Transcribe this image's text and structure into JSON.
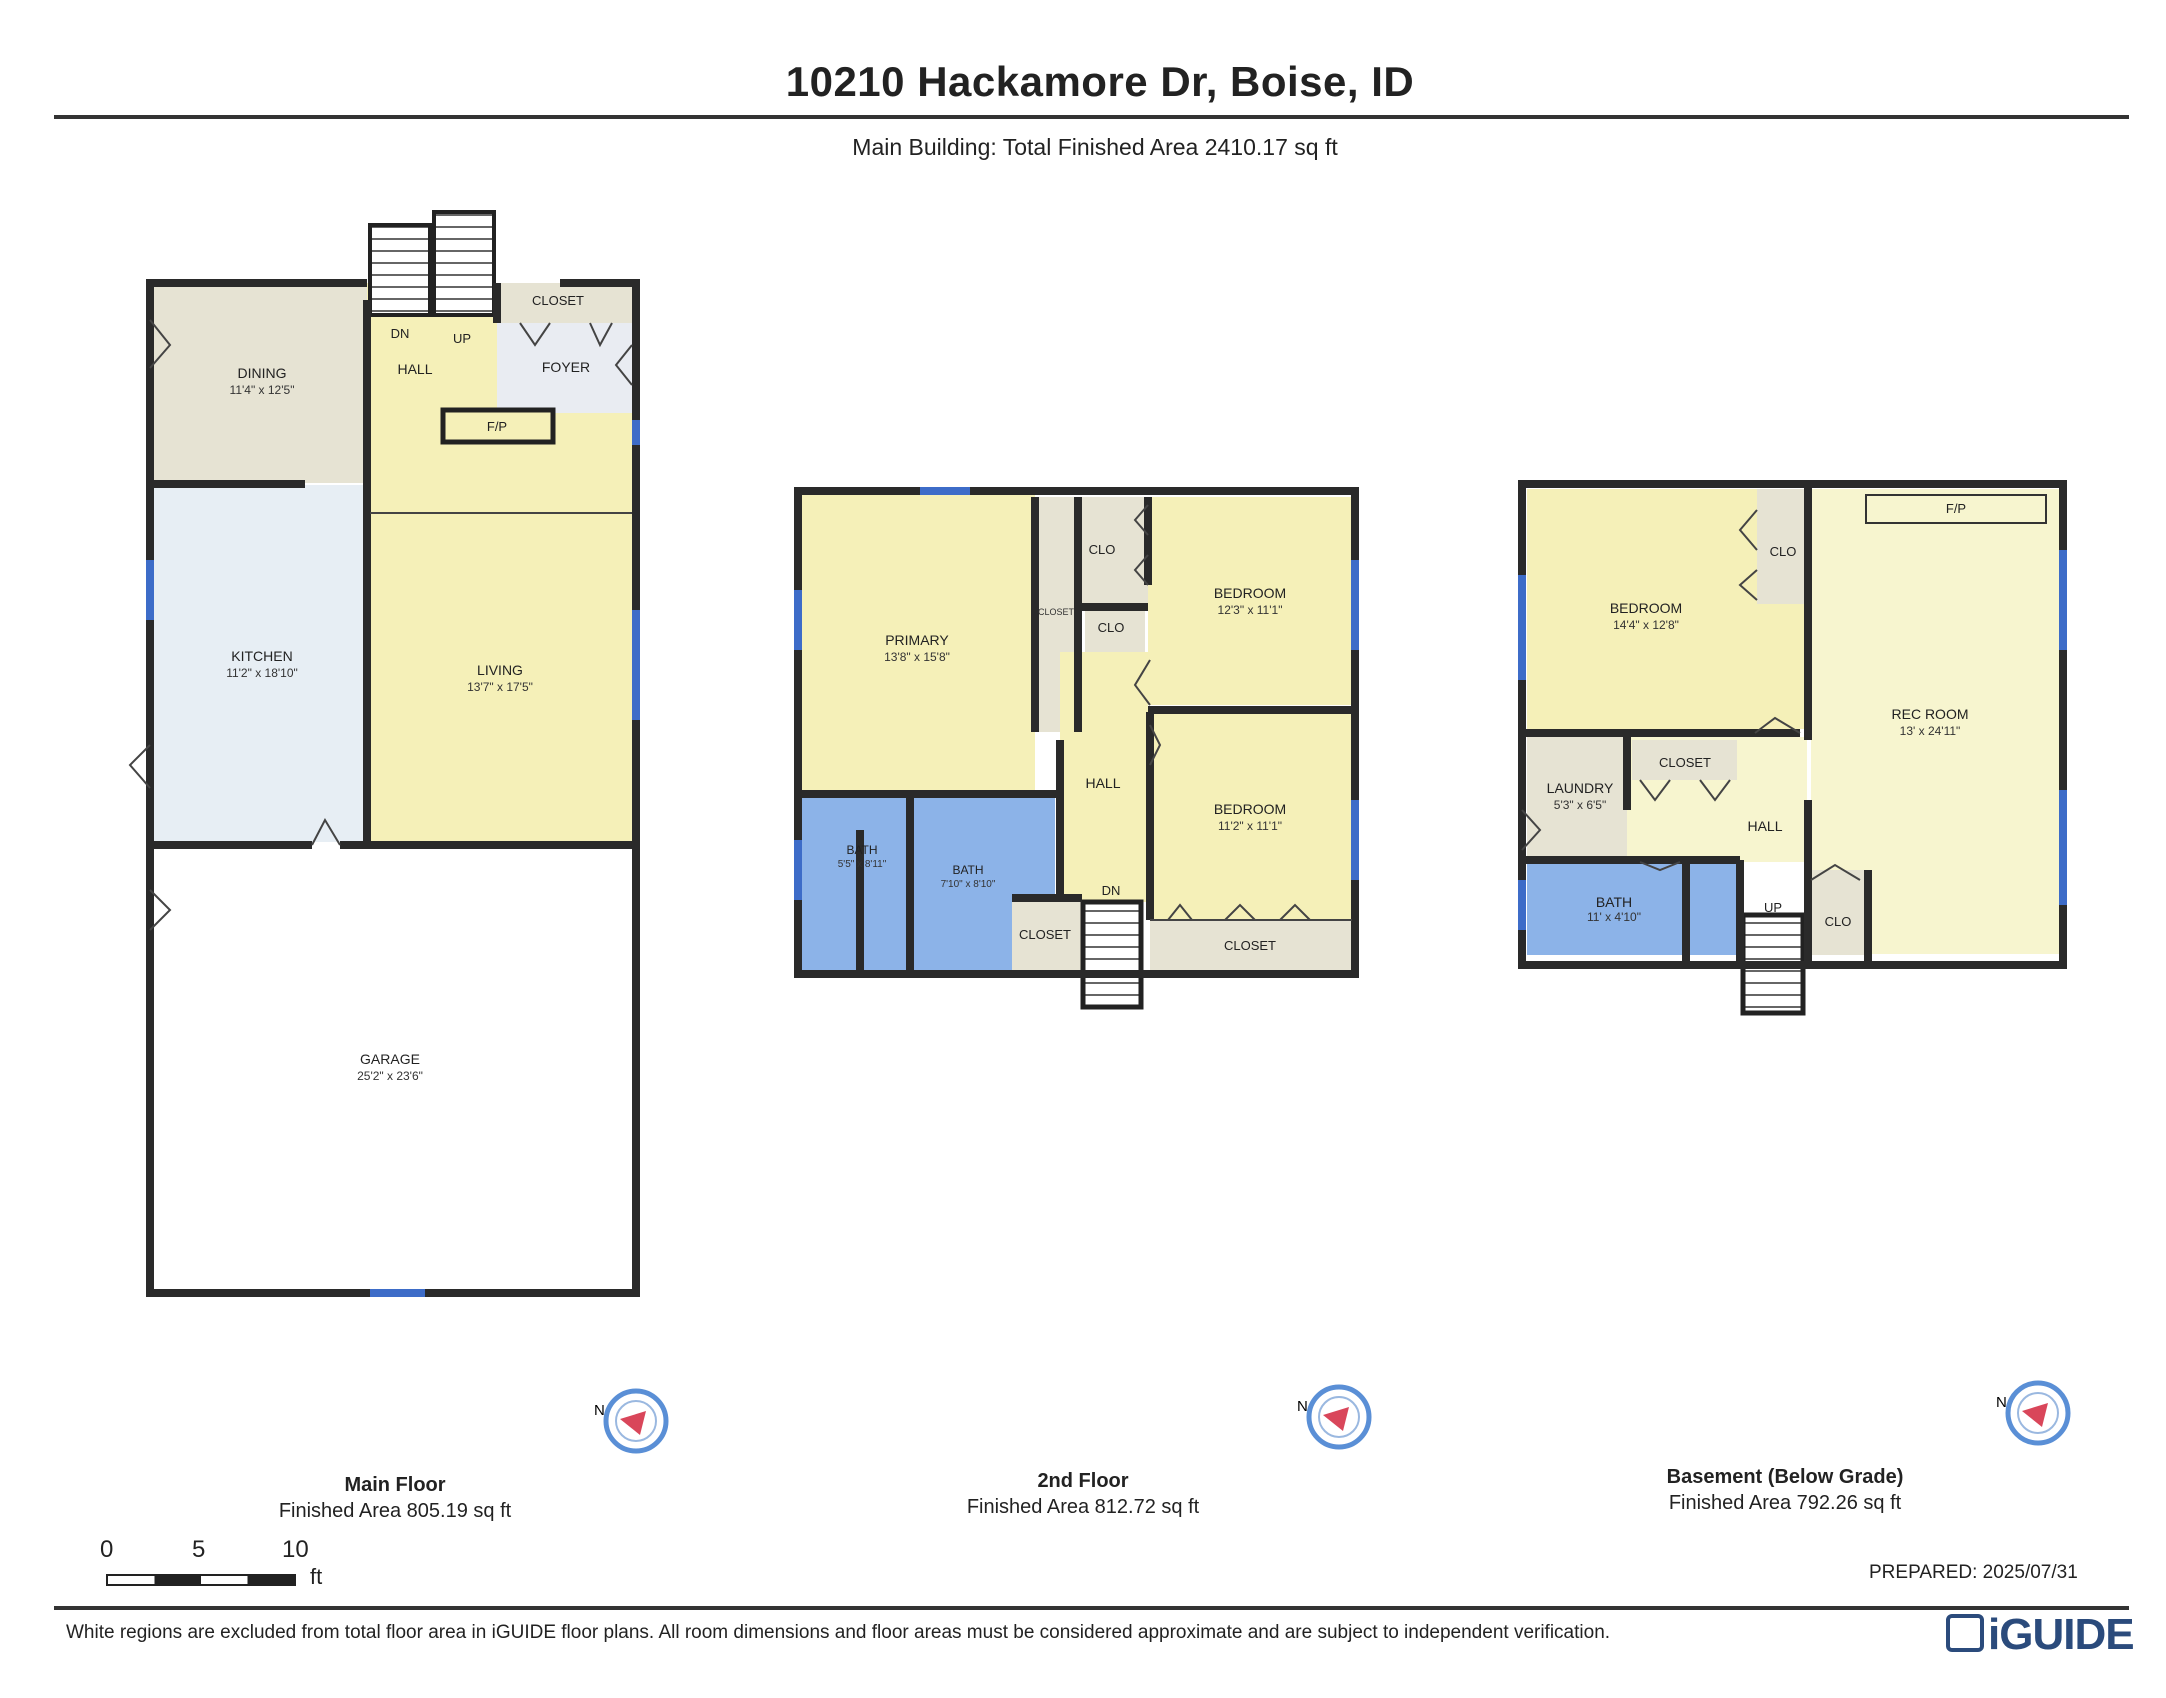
{
  "header": {
    "title": "10210 Hackamore Dr, Boise, ID",
    "subtitle": "Main Building: Total Finished Area 2410.17 sq ft"
  },
  "floors": [
    {
      "name": "Main Floor",
      "area": "Finished Area 805.19 sq ft",
      "rooms": [
        {
          "label": "DINING",
          "dim": "11'4\" x 12'5\""
        },
        {
          "label": "HALL",
          "dim": ""
        },
        {
          "label": "FOYER",
          "dim": ""
        },
        {
          "label": "CLOSET",
          "dim": ""
        },
        {
          "label": "F/P",
          "dim": ""
        },
        {
          "label": "DN",
          "dim": ""
        },
        {
          "label": "UP",
          "dim": ""
        },
        {
          "label": "KITCHEN",
          "dim": "11'2\" x 18'10\""
        },
        {
          "label": "LIVING",
          "dim": "13'7\" x 17'5\""
        },
        {
          "label": "GARAGE",
          "dim": "25'2\" x 23'6\""
        }
      ]
    },
    {
      "name": "2nd Floor",
      "area": "Finished Area 812.72 sq ft",
      "rooms": [
        {
          "label": "PRIMARY",
          "dim": "13'8\" x 15'8\""
        },
        {
          "label": "CLOSET",
          "dim": ""
        },
        {
          "label": "CLO",
          "dim": ""
        },
        {
          "label": "BEDROOM",
          "dim": "12'3\" x 11'1\""
        },
        {
          "label": "CLO",
          "dim": ""
        },
        {
          "label": "HALL",
          "dim": ""
        },
        {
          "label": "BEDROOM",
          "dim": "11'2\" x 11'1\""
        },
        {
          "label": "BATH",
          "dim": "5'5\" x 8'11\""
        },
        {
          "label": "BATH",
          "dim": "7'10\" x 8'10\""
        },
        {
          "label": "CLOSET",
          "dim": ""
        },
        {
          "label": "DN",
          "dim": ""
        },
        {
          "label": "CLOSET",
          "dim": ""
        }
      ]
    },
    {
      "name": "Basement (Below Grade)",
      "area": "Finished Area 792.26 sq ft",
      "rooms": [
        {
          "label": "BEDROOM",
          "dim": "14'4\" x 12'8\""
        },
        {
          "label": "CLO",
          "dim": ""
        },
        {
          "label": "F/P",
          "dim": ""
        },
        {
          "label": "REC ROOM",
          "dim": "13' x 24'11\""
        },
        {
          "label": "LAUNDRY",
          "dim": "5'3\" x 6'5\""
        },
        {
          "label": "CLOSET",
          "dim": ""
        },
        {
          "label": "HALL",
          "dim": ""
        },
        {
          "label": "BATH",
          "dim": "11' x 4'10\""
        },
        {
          "label": "UP",
          "dim": ""
        },
        {
          "label": "CLO",
          "dim": ""
        }
      ]
    }
  ],
  "compass_letter": "N",
  "scale": {
    "ticks": [
      "0",
      "5",
      "10"
    ],
    "unit": "ft"
  },
  "footer": {
    "prepared": "PREPARED: 2025/07/31",
    "disclaimer": "White regions are excluded from total floor area in iGUIDE floor plans. All room dimensions and floor areas must be considered approximate and are subject to independent verification.",
    "brand": "iGUIDE"
  },
  "colors": {
    "wall": "#2a2a2a",
    "yellow_room": "#f5f0b8",
    "beige_room": "#e6e3d3",
    "light_yellow": "#f7f5cf",
    "bath_blue": "#8cb3e8",
    "kitchen_blue": "#e7eef4",
    "window_blue": "#3d6cc8",
    "brand_blue": "#2b4b7c",
    "compass_red": "#d9465a"
  }
}
